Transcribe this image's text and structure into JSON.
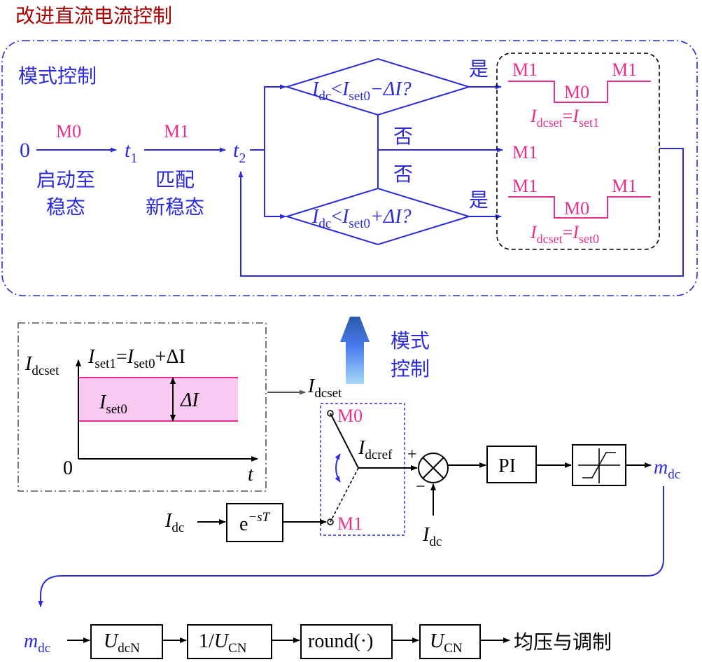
{
  "title": "改进直流电流控制",
  "mode_panel": {
    "title": "模式控制",
    "seq": {
      "start": "0",
      "m0": "M0",
      "t1_var": "t",
      "t1_sub": "1",
      "m1": "M1",
      "t2_var": "t",
      "t2_sub": "2",
      "startup_1": "启动至",
      "startup_2": "稳态",
      "match_1": "匹配",
      "match_2": "新稳态"
    },
    "cond_top": {
      "I": "I",
      "dc": "dc",
      "lt": "<",
      "I2": "I",
      "set0": "set0",
      "tail": "−ΔI?"
    },
    "cond_bot": {
      "I": "I",
      "dc": "dc",
      "lt": "<",
      "I2": "I",
      "set0": "set0",
      "tail": "+ΔI?"
    },
    "yes": "是",
    "no": "否",
    "res_top": {
      "m1a": "M1",
      "m1b": "M1",
      "m0": "M0",
      "I": "I",
      "dcset": "dcset",
      "eq": "=",
      "I2": "I",
      "set": "set1"
    },
    "res_mid": "M1",
    "res_bot": {
      "m1a": "M1",
      "m1b": "M1",
      "m0": "M0",
      "I": "I",
      "dcset": "dcset",
      "eq": "=",
      "I2": "I",
      "set": "set0"
    }
  },
  "setpoint_plot": {
    "y_var": "I",
    "y_sub": "dcset",
    "eq_I1": "I",
    "eq_set1": "set1",
    "eq_mid": "=",
    "eq_I2": "I",
    "eq_set0": "set0",
    "eq_tail": "+ΔI",
    "band_I": "I",
    "band_sub": "set0",
    "delta": "ΔI",
    "origin": "0",
    "x_var": "t"
  },
  "mode_arrow_label_1": "模式",
  "mode_arrow_label_2": "控制",
  "switch": {
    "out_I": "I",
    "out_sub": "dcset",
    "m0": "M0",
    "m1": "M1",
    "ref_I": "I",
    "ref_sub": "dcref",
    "plus": "+",
    "minus": "−"
  },
  "delay": {
    "e": "e",
    "exp": "−sT"
  },
  "idc_in": {
    "I": "I",
    "sub": "dc"
  },
  "idc_fb": {
    "I": "I",
    "sub": "dc"
  },
  "pi": "PI",
  "mdc_out": {
    "m": "m",
    "sub": "dc"
  },
  "chain": {
    "mdc_m": "m",
    "mdc_sub": "dc",
    "b1_U": "U",
    "b1_sub": "dcN",
    "b2_pre": "1/",
    "b2_U": "U",
    "b2_sub": "CN",
    "b3": "round(·)",
    "b4_U": "U",
    "b4_sub": "CN",
    "out": "均压与调制"
  },
  "colors": {
    "title": "#a80000",
    "blue": "#2b2bd9",
    "pink": "#e8308a",
    "band": "#f9c9f2"
  }
}
